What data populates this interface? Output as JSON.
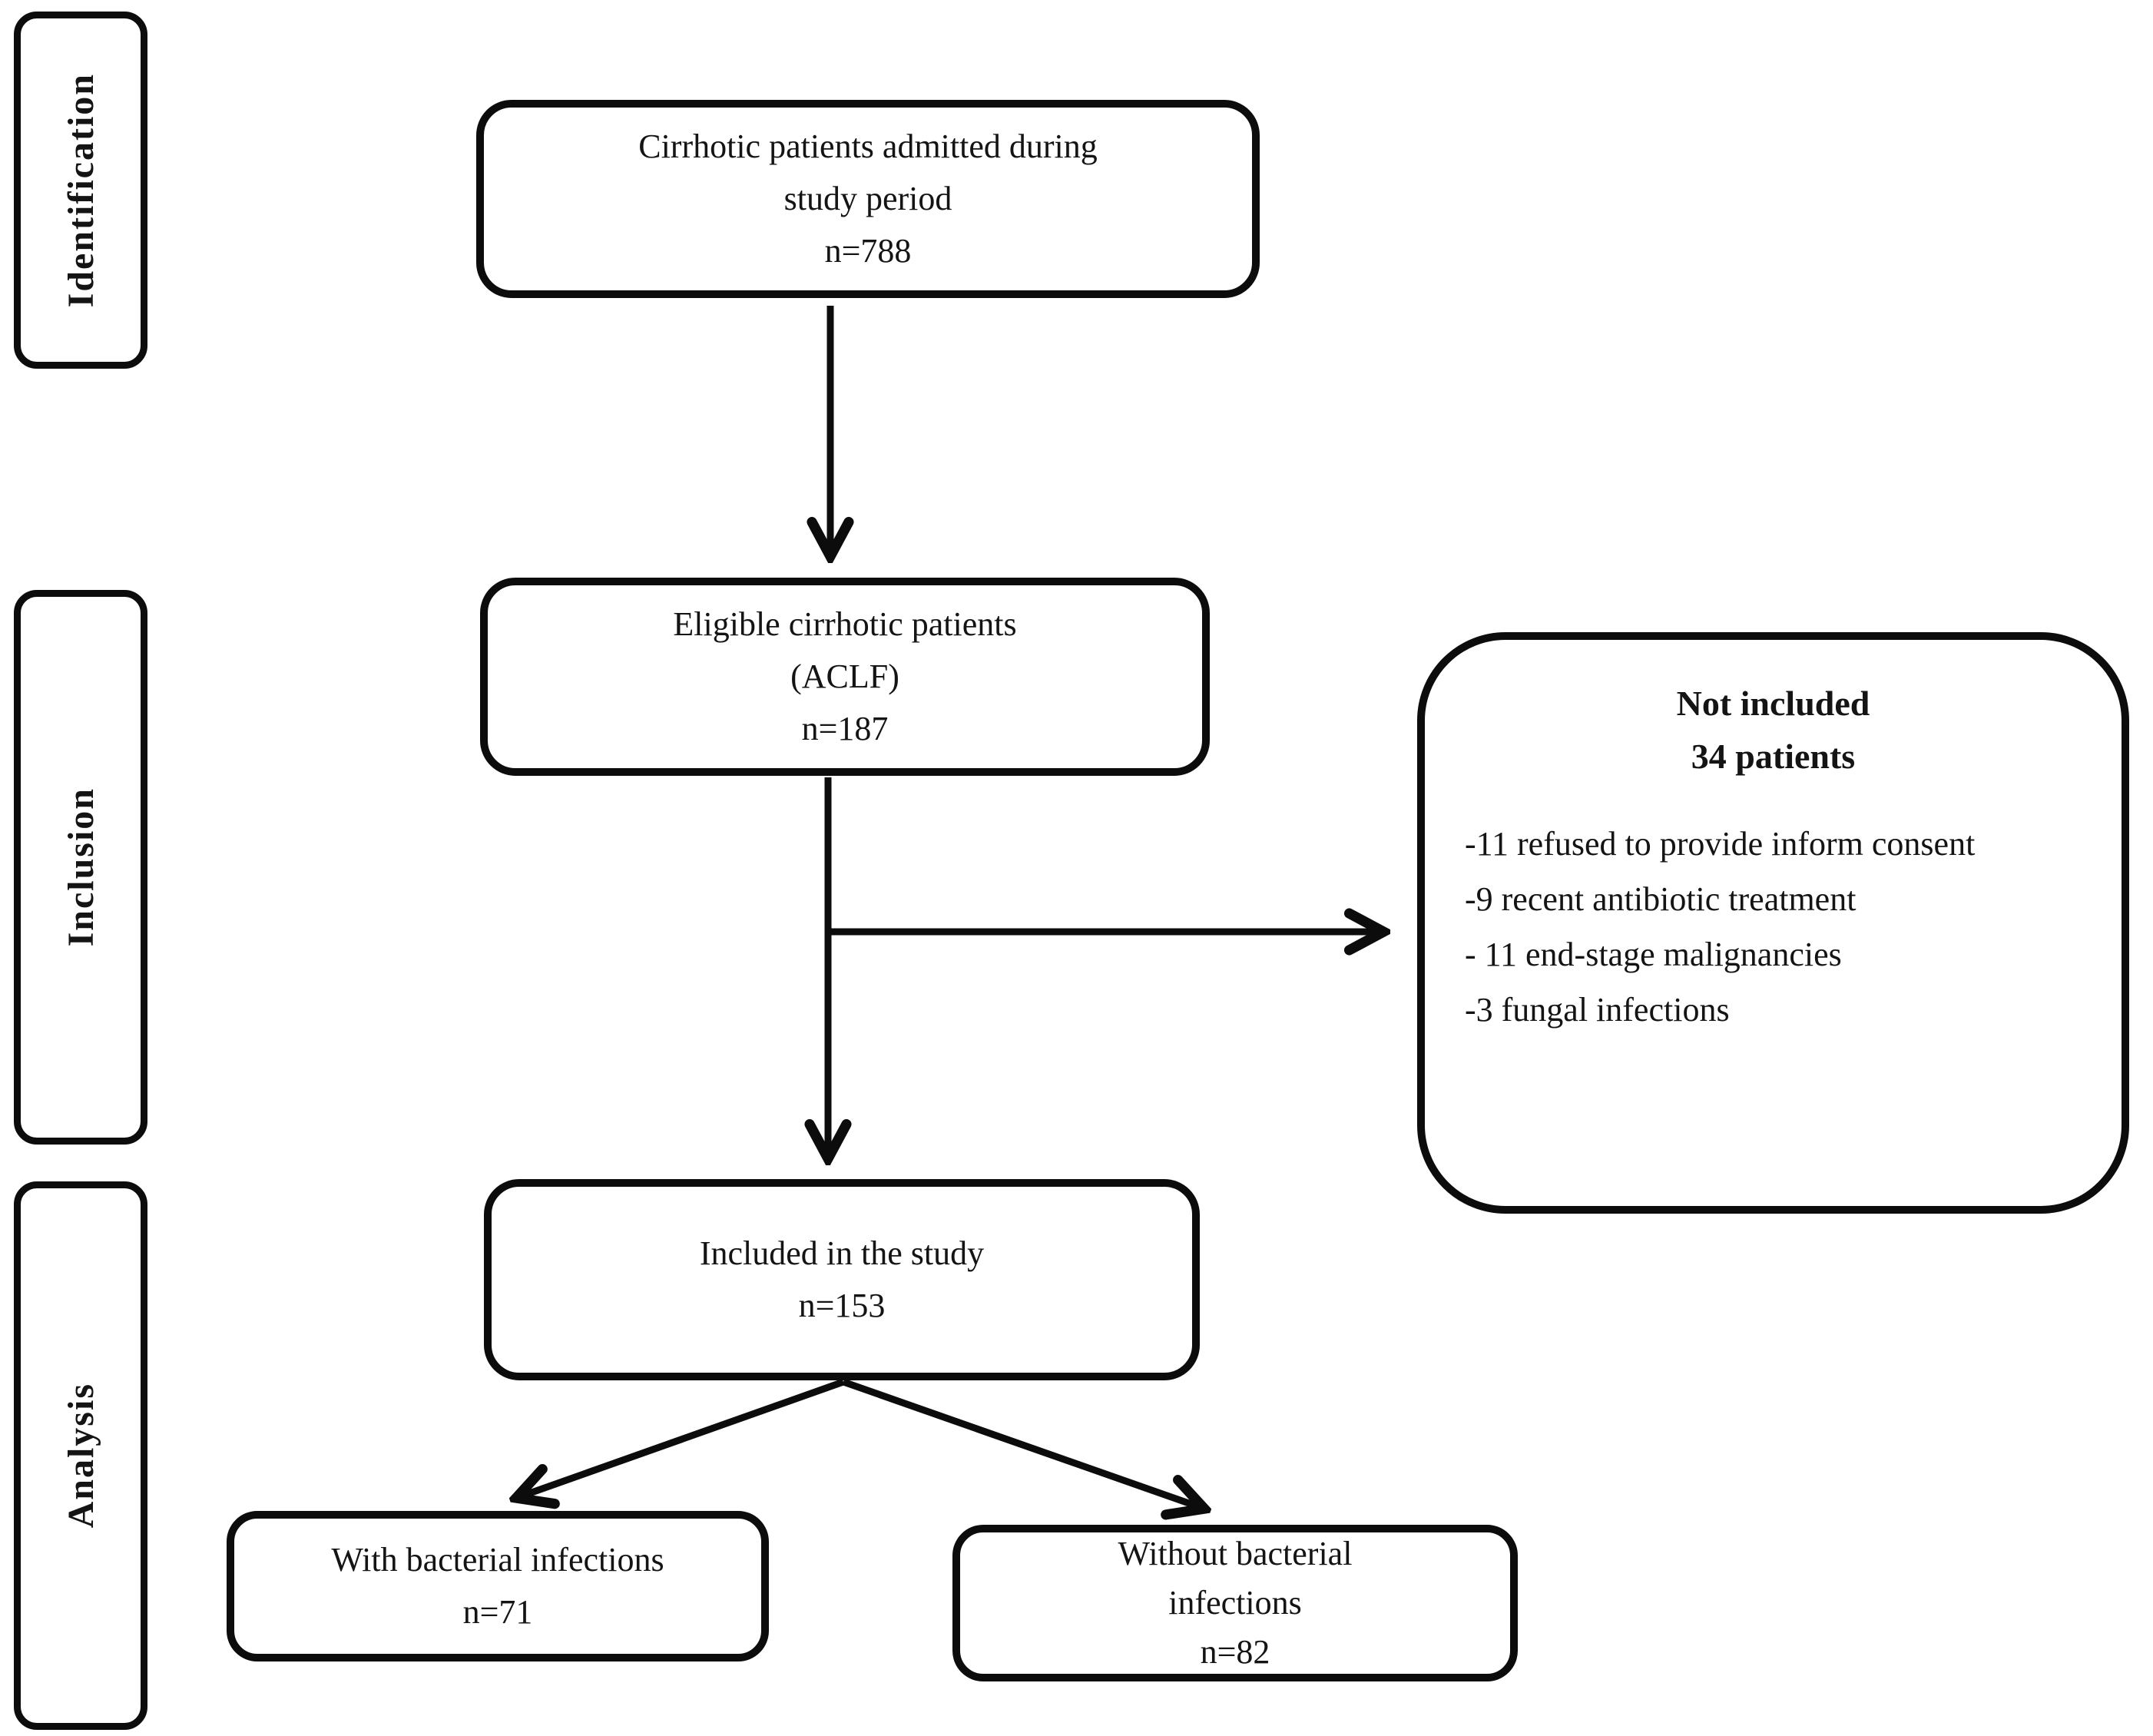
{
  "sidebar": {
    "items": [
      {
        "label": "Identification"
      },
      {
        "label": "Inclusion"
      },
      {
        "label": "Analysis"
      }
    ]
  },
  "flow": {
    "admitted": {
      "line1": "Cirrhotic patients admitted during",
      "line2": "study period",
      "count": "n=788"
    },
    "eligible": {
      "line1": "Eligible cirrhotic patients",
      "line2": "(ACLF)",
      "count": "n=187"
    },
    "not_included": {
      "title": "Not included",
      "subtitle": "34 patients",
      "items": [
        "-11 refused to provide inform consent",
        "-9 recent antibiotic treatment",
        "- 11 end-stage malignancies",
        "-3 fungal infections"
      ]
    },
    "included": {
      "line1": "Included in the study",
      "count": "n=153"
    },
    "with_bacterial": {
      "line1": "With bacterial infections",
      "count": "n=71"
    },
    "without_bacterial": {
      "line1": "Without bacterial",
      "line2": "infections",
      "count": "n=82"
    }
  }
}
